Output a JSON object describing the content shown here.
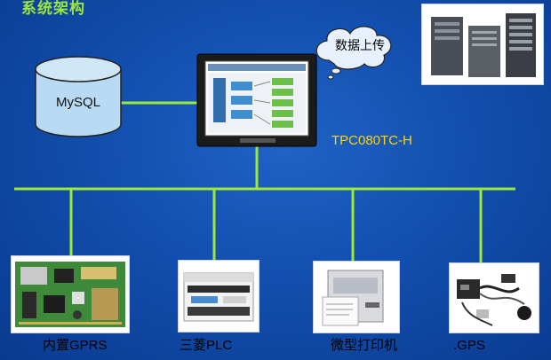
{
  "title": "系统架构",
  "database": {
    "label": "MySQL"
  },
  "cloud": {
    "text": "数据上传"
  },
  "terminal": {
    "label": "TPC080TC-H"
  },
  "devices": [
    {
      "label": "内置GPRS"
    },
    {
      "label": "三菱PLC"
    },
    {
      "label": "微型打印机"
    },
    {
      "label": ".GPS"
    }
  ],
  "colors": {
    "background": "#124fae",
    "connector": "#9ee83a",
    "title": "#9ee83a",
    "terminal_label": "#ffd400"
  }
}
